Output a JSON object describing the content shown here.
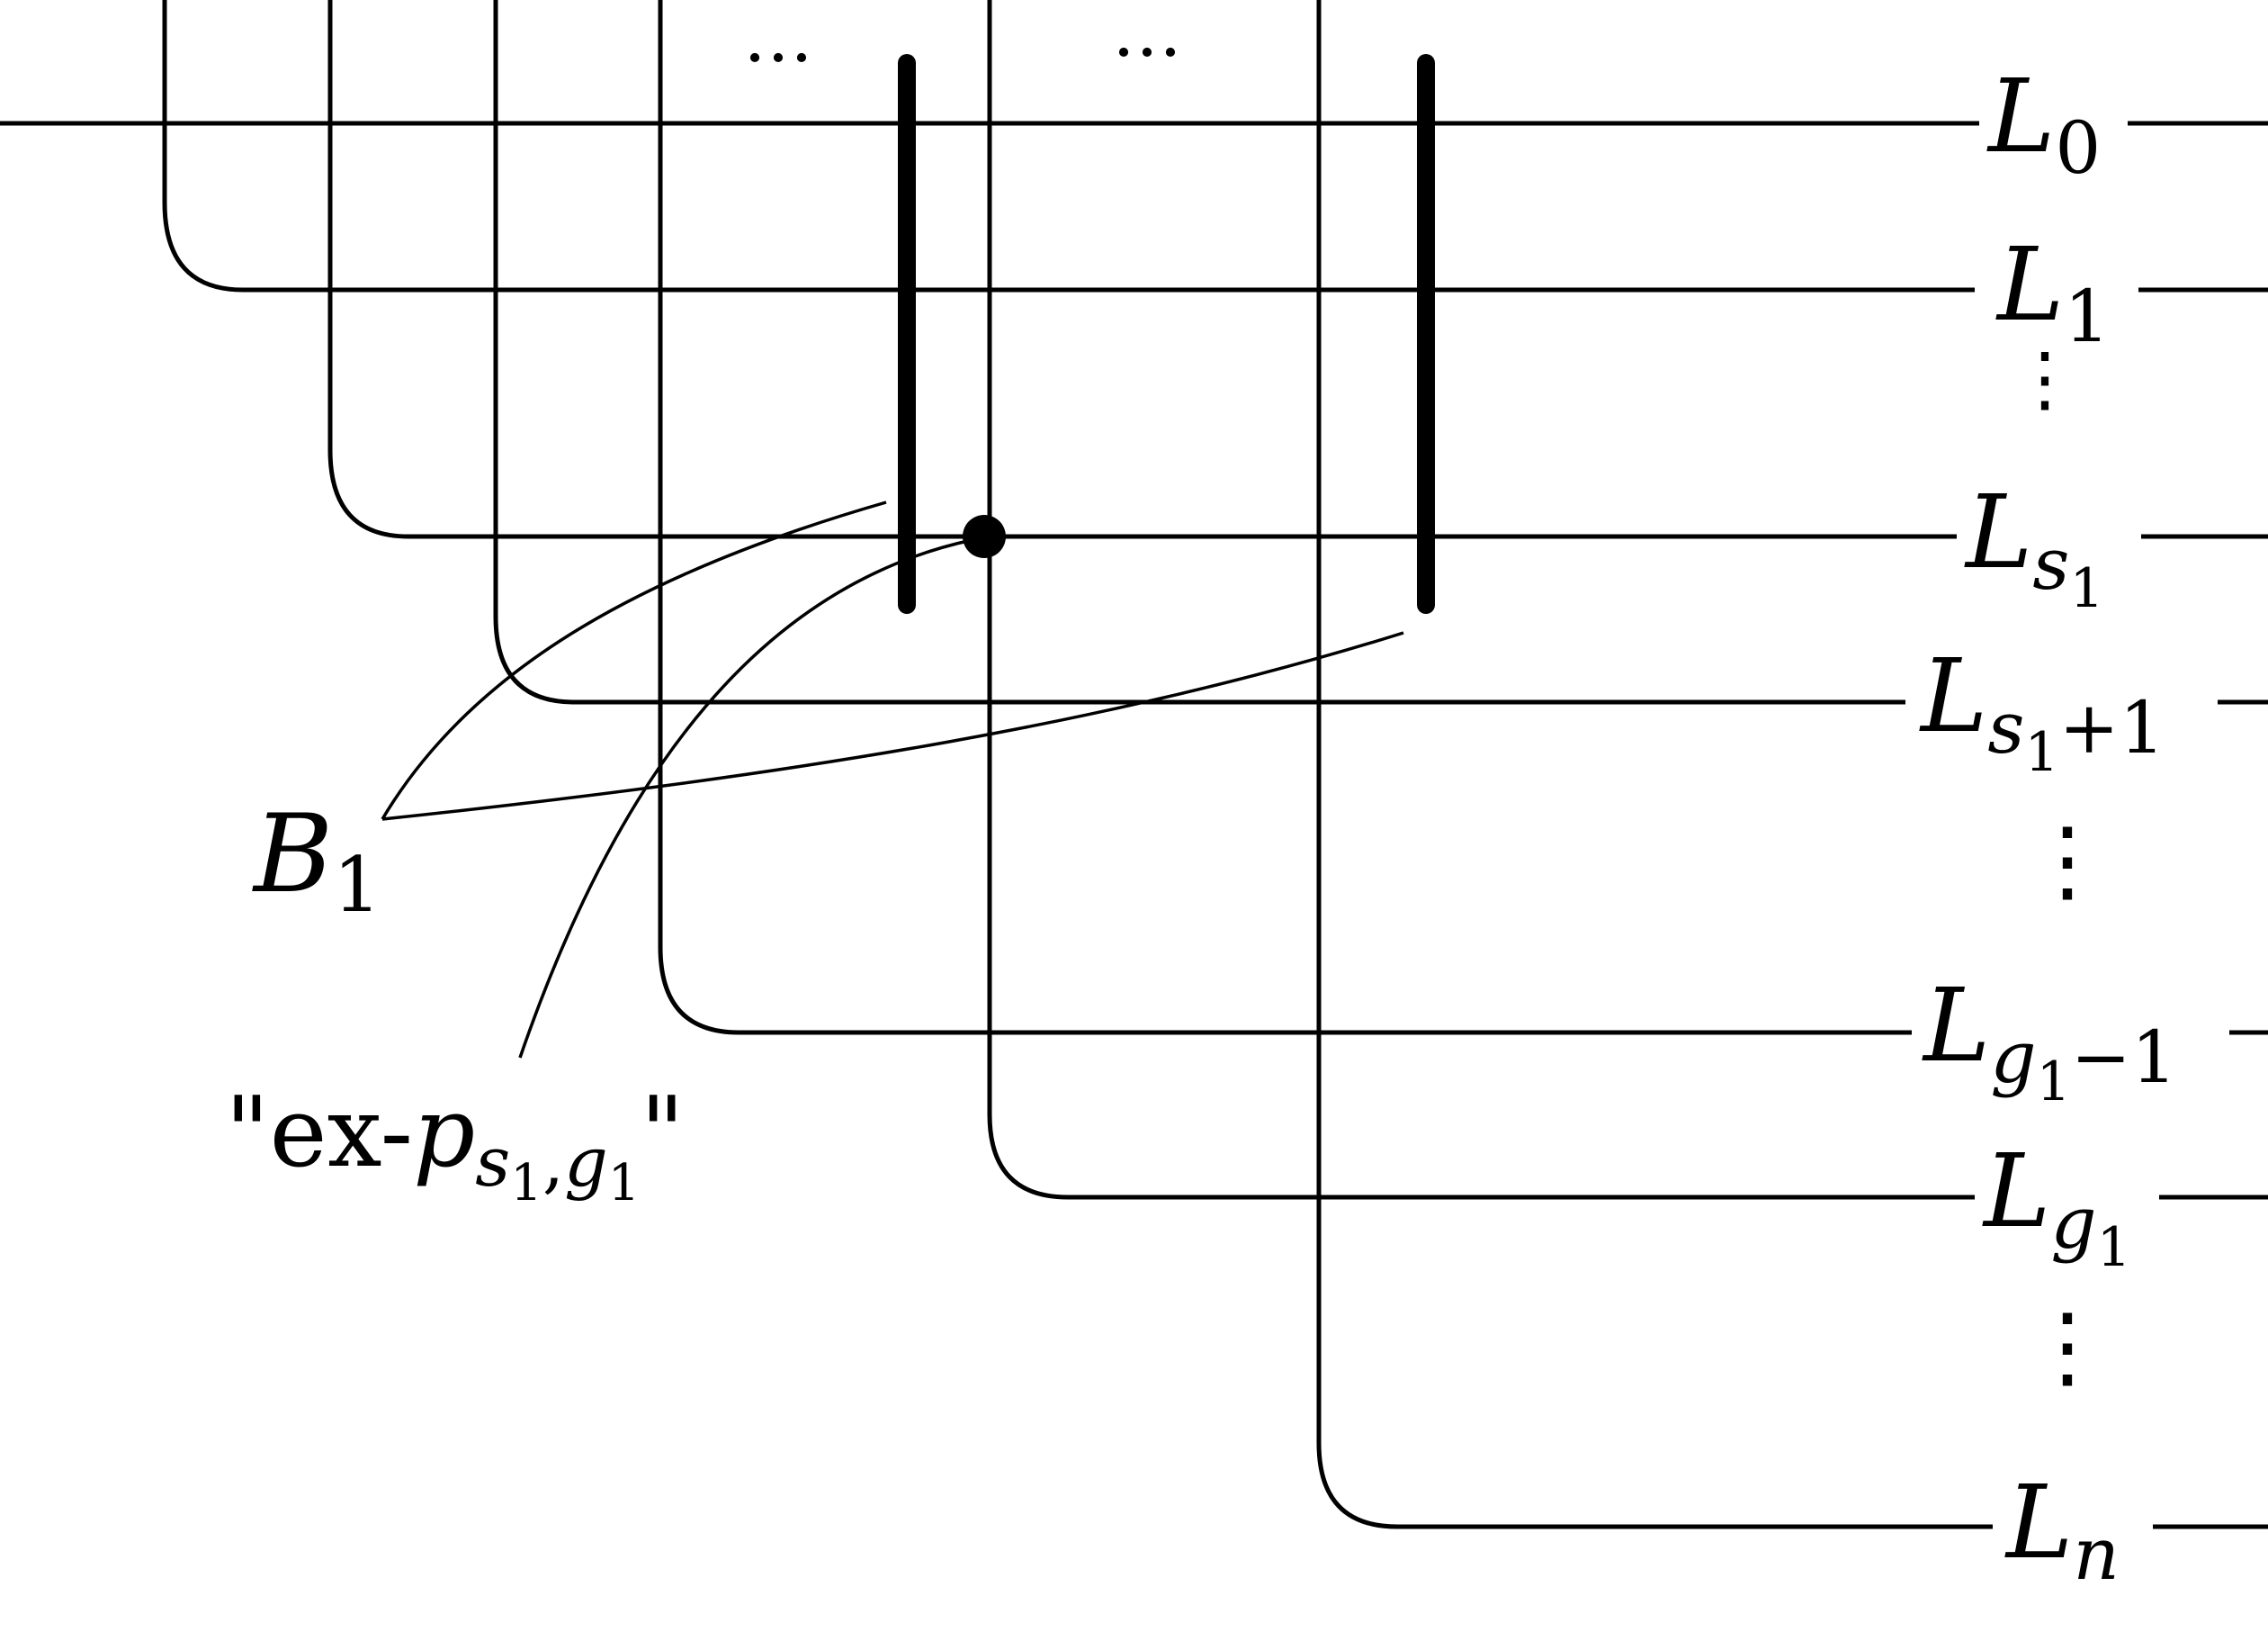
{
  "colors": {
    "ink": "#000000",
    "background": "#ffffff"
  },
  "lines": [
    {
      "id": "L0",
      "base": "L",
      "sub": "0",
      "sub2": ""
    },
    {
      "id": "L1",
      "base": "L",
      "sub": "1",
      "sub2": ""
    },
    {
      "id": "Ls1",
      "base": "L",
      "sub": "s",
      "sub2": "1"
    },
    {
      "id": "Ls1p",
      "base": "L",
      "sub": "s",
      "sub2": "1",
      "tail": "+1"
    },
    {
      "id": "Lg1m",
      "base": "L",
      "sub": "g",
      "sub2": "1",
      "tail": "−1"
    },
    {
      "id": "Lg1",
      "base": "L",
      "sub": "g",
      "sub2": "1"
    },
    {
      "id": "Ln",
      "base": "L",
      "sub": "n",
      "sub2": ""
    }
  ],
  "top_dots": [
    "…",
    "…"
  ],
  "vdots": [
    "⋮",
    "⋮",
    "⋮"
  ],
  "label_B": {
    "base": "B",
    "sub": "1"
  },
  "label_ex": {
    "open": "\"ex-",
    "p": "p",
    "s": "s",
    "s_sub": "1",
    "comma": ",",
    "g": "g",
    "g_sub": "1",
    "close": "\""
  }
}
